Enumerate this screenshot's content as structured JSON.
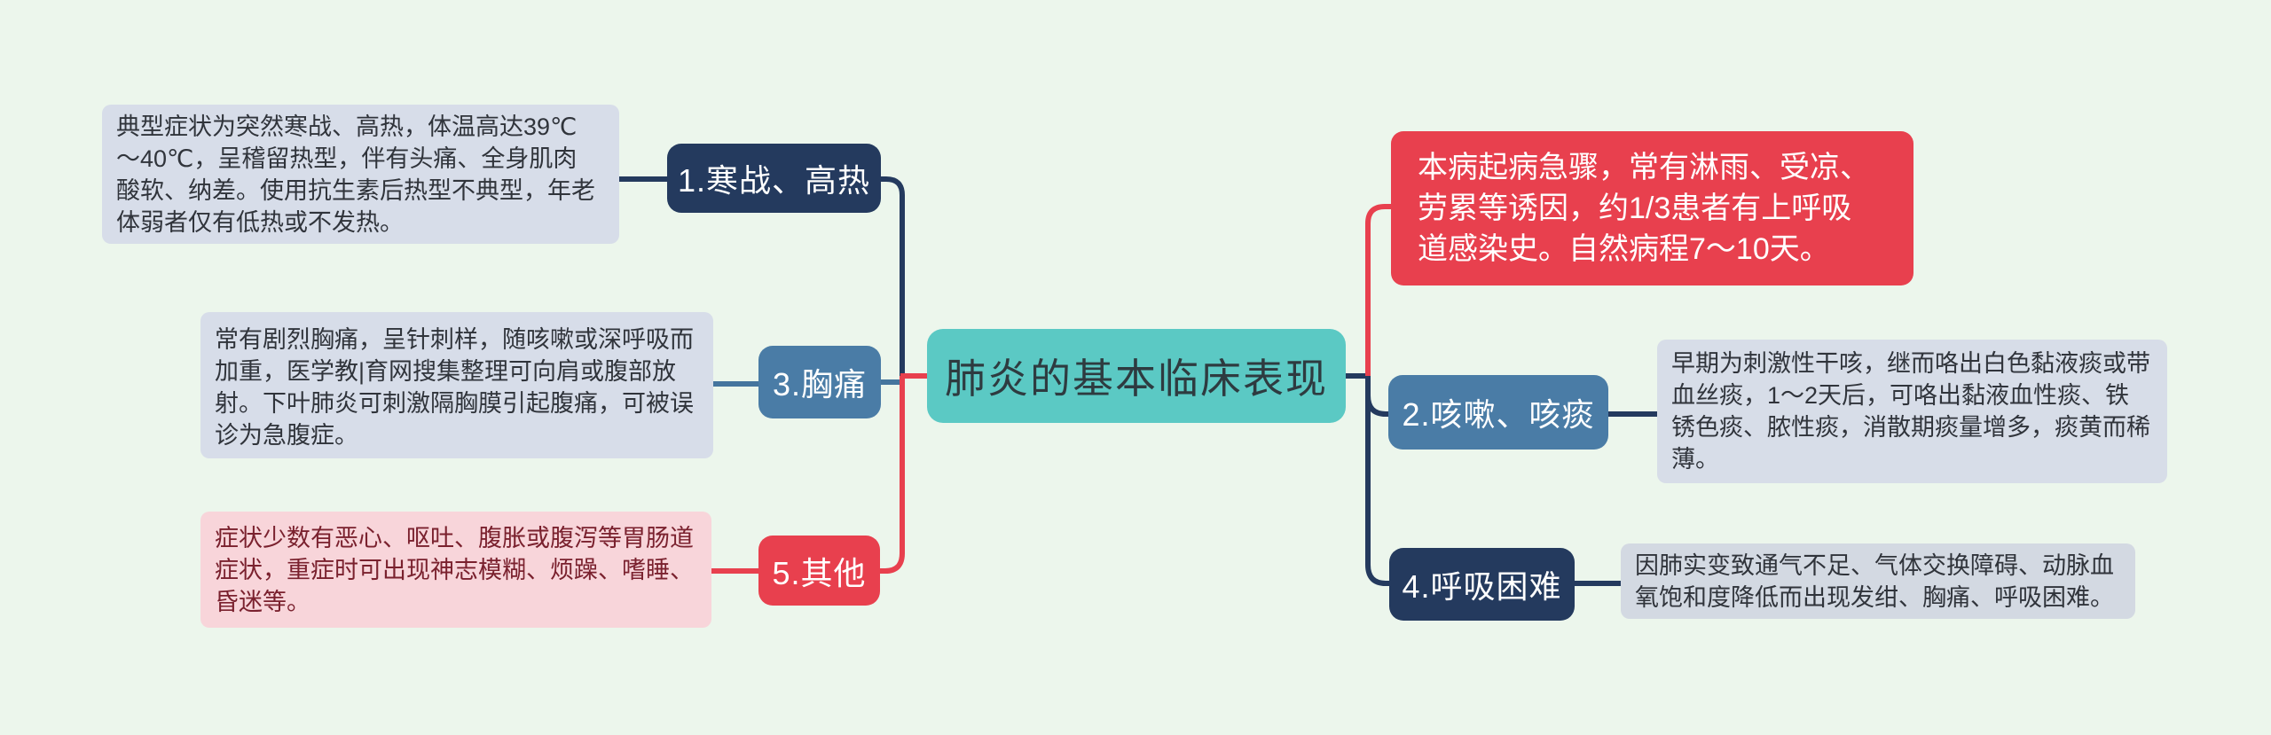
{
  "canvas": {
    "background": "#ecf6ec"
  },
  "palette": {
    "navy": "#243a5e",
    "steel_blue": "#4a7ca6",
    "teal": "#5bc9c4",
    "red": "#e8404e",
    "detail_box_bg": "#d7dde9",
    "detail_box_bg_gray": "#d3d9e2",
    "pink_box_bg": "#f8d5da",
    "pink_box_text": "#7a212e",
    "detail_text": "#30343b",
    "center_text": "#2e3b40"
  },
  "center": {
    "label": "肺炎的基本临床表现"
  },
  "intro_note": {
    "text": "本病起病急骤，常有淋雨、受凉、\n劳累等诱因，约1/3患者有上呼吸\n道感染史。自然病程7～10天。"
  },
  "branch1": {
    "label": "1.寒战、高热",
    "detail": "典型症状为突然寒战、高热，体温高达39℃\n～40℃，呈稽留热型，伴有头痛、全身肌肉\n酸软、纳差。使用抗生素后热型不典型，年老\n体弱者仅有低热或不发热。"
  },
  "branch2": {
    "label": "2.咳嗽、咳痰",
    "detail": "早期为刺激性干咳，继而咯出白色黏液痰或带\n血丝痰，1～2天后，可咯出黏液血性痰、铁\n锈色痰、脓性痰，消散期痰量增多，痰黄而稀\n薄。"
  },
  "branch3": {
    "label": "3.胸痛",
    "detail": "常有剧烈胸痛，呈针刺样，随咳嗽或深呼吸而\n加重，医学教|育网搜集整理可向肩或腹部放\n射。下叶肺炎可刺激隔胸膜引起腹痛，可被误\n诊为急腹症。"
  },
  "branch4": {
    "label": "4.呼吸困难",
    "detail": "因肺实变致通气不足、气体交换障碍、动脉血\n氧饱和度降低而出现发绀、胸痛、呼吸困难。"
  },
  "branch5": {
    "label": "5.其他",
    "detail": "症状少数有恶心、呕吐、腹胀或腹泻等胃肠道\n症状，重症时可出现神志模糊、烦躁、嗜睡、\n昏迷等。"
  }
}
